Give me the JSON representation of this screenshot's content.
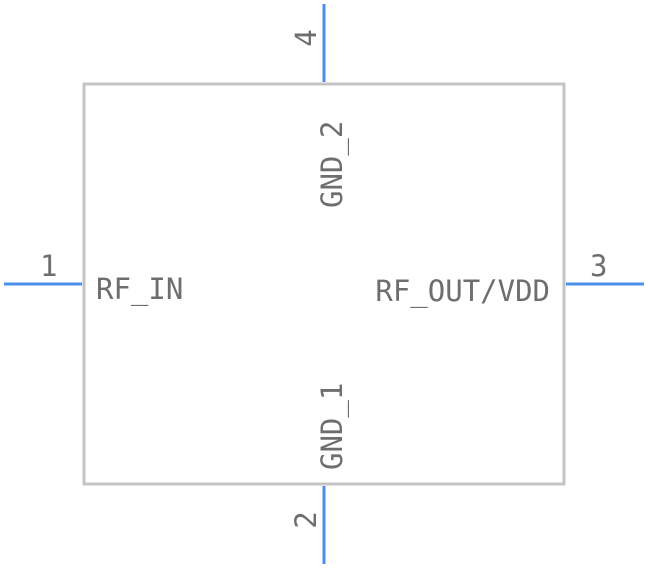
{
  "component": {
    "pins": [
      {
        "number": "1",
        "name": "RF_IN"
      },
      {
        "number": "2",
        "name": "GND_1"
      },
      {
        "number": "3",
        "name": "RF_OUT/VDD"
      },
      {
        "number": "4",
        "name": "GND_2"
      }
    ]
  },
  "colors": {
    "pin_line": "#4a8fe8",
    "body_outline": "#c4c4c4",
    "text": "#6e6e6e",
    "background": "#ffffff"
  }
}
